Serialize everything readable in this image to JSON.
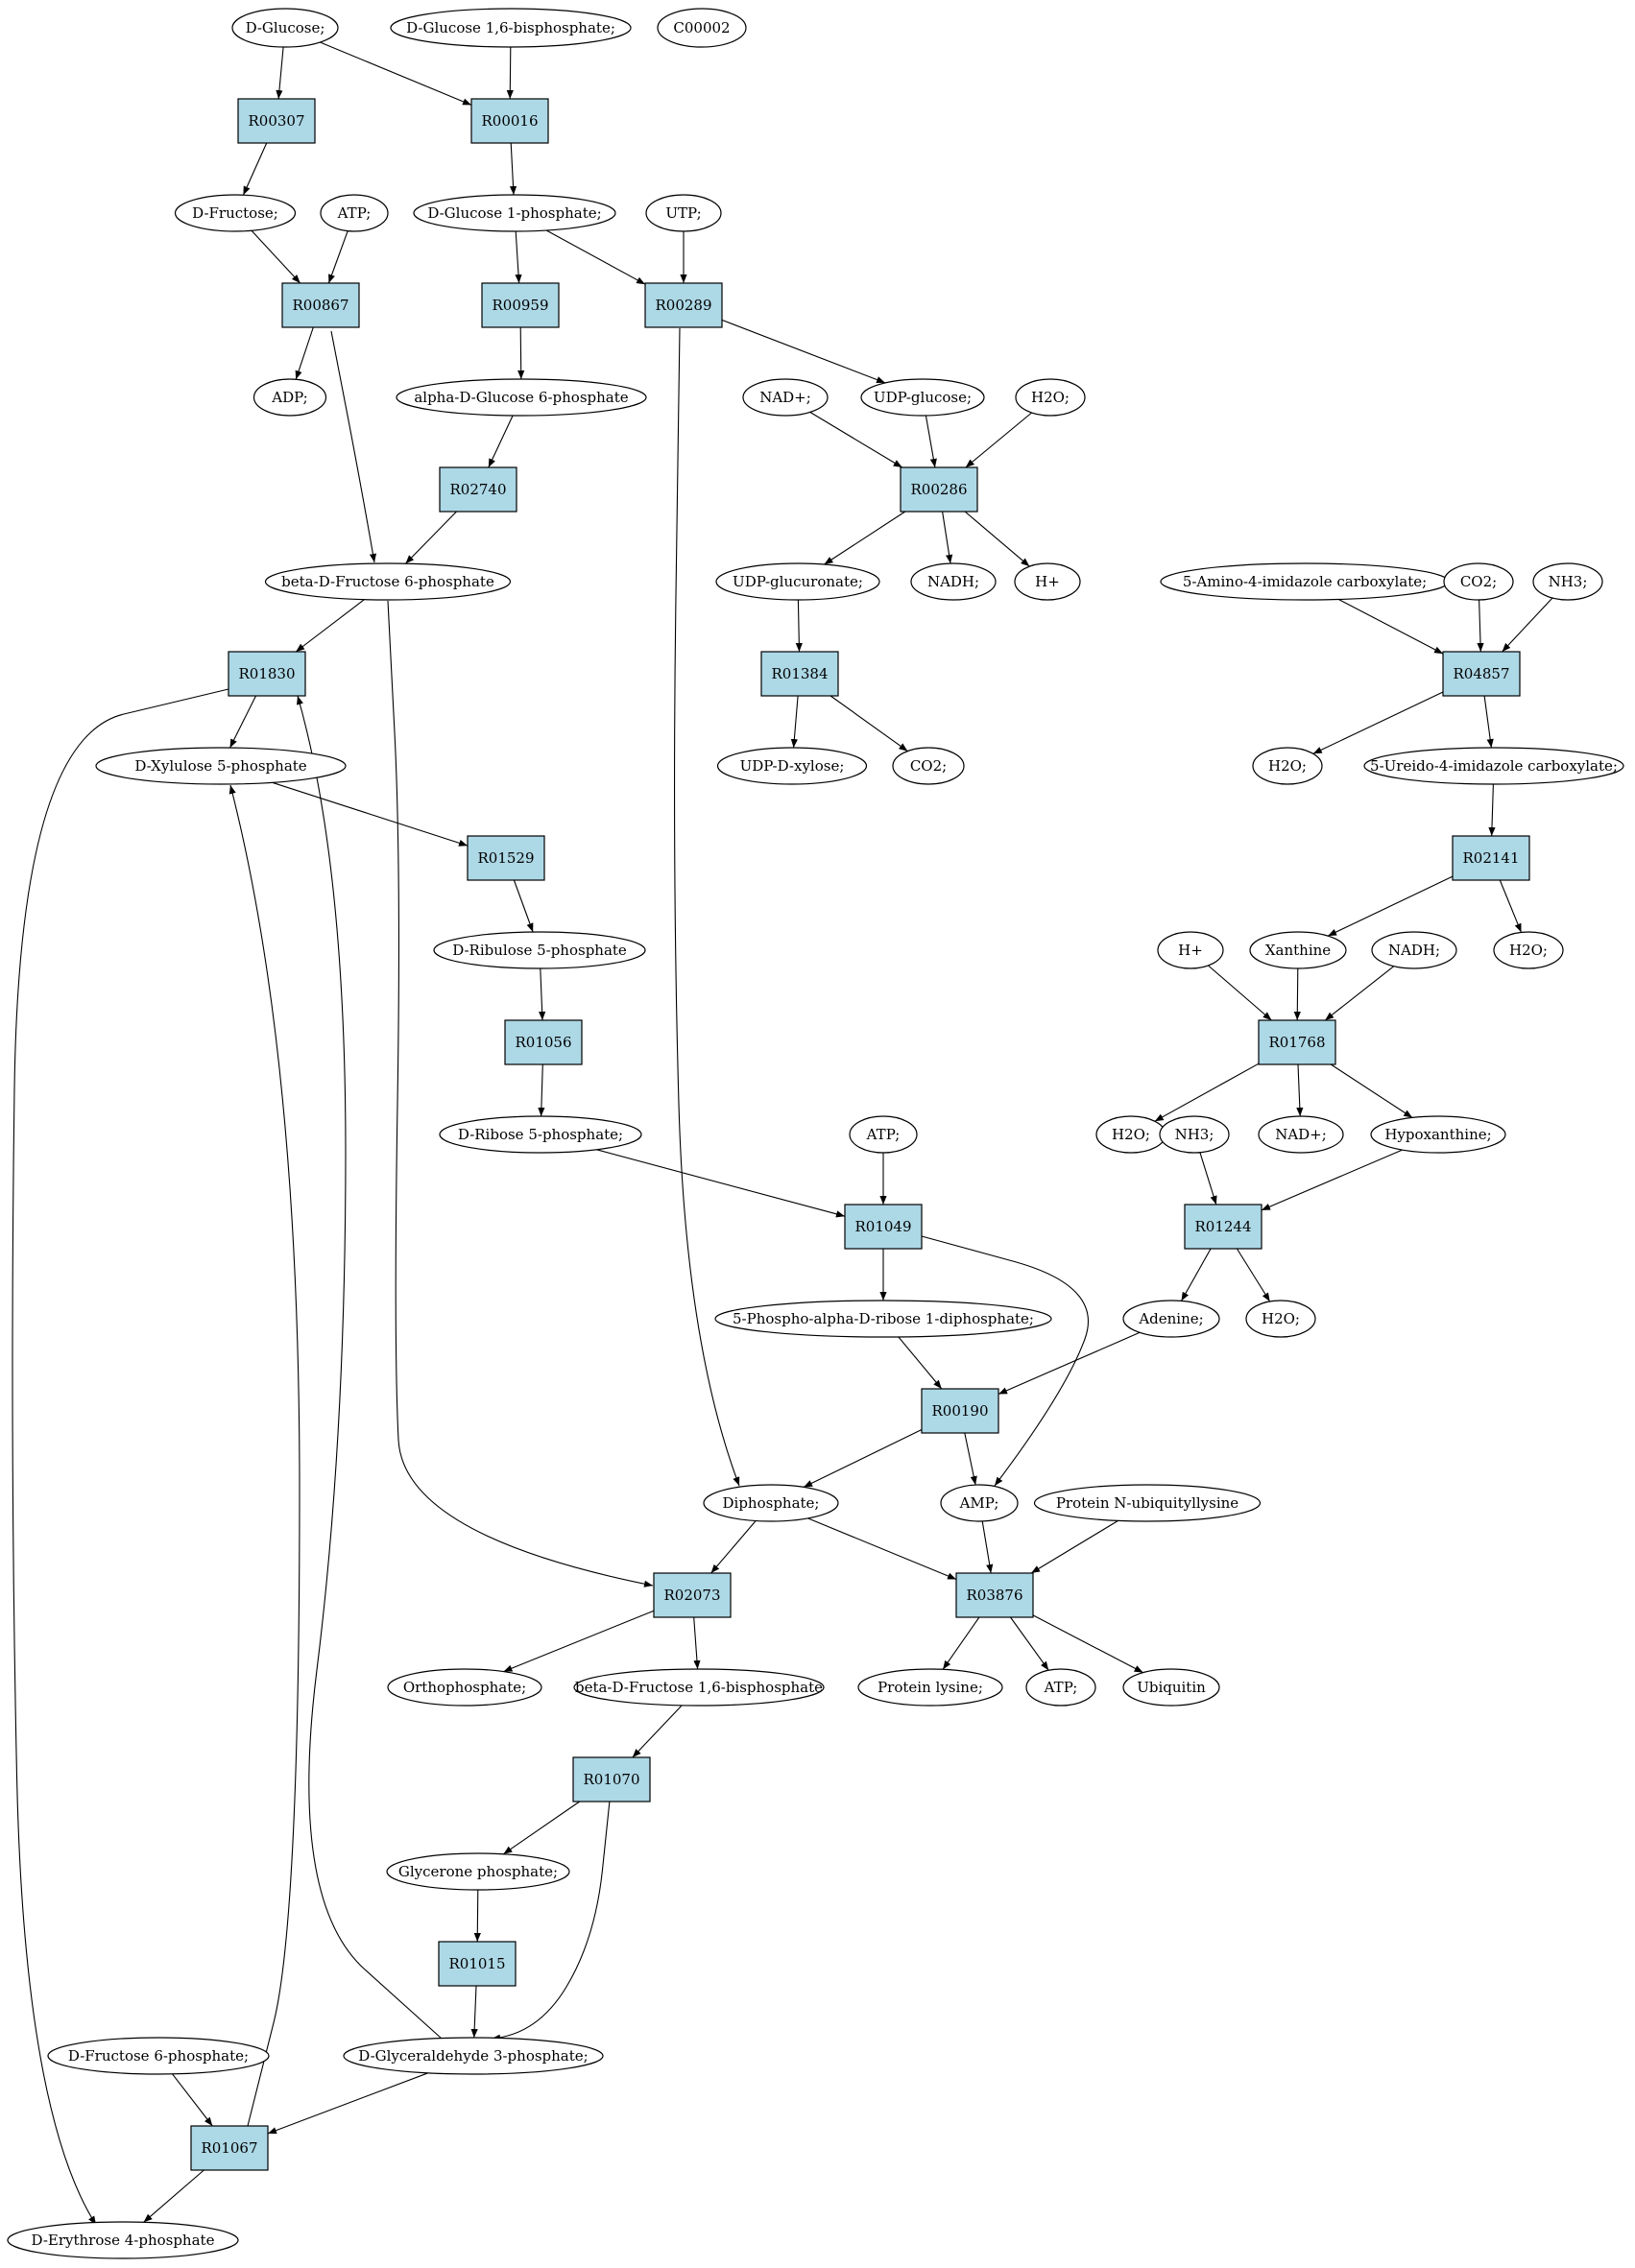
{
  "colors": {
    "reaction_fill": "#add8e6",
    "compound_fill": "#ffffff",
    "source_fill": "#00ee00",
    "highlight_fill": "#ffff00",
    "stroke": "#000000"
  },
  "nodes": [
    {
      "id": "glc",
      "kind": "compound",
      "label": "D-Glucose;",
      "fill": "#00ee00"
    },
    {
      "id": "g16bp",
      "kind": "compound",
      "label": "D-Glucose 1,6-bisphosphate;"
    },
    {
      "id": "c00002",
      "kind": "compound",
      "label": "C00002",
      "fill": "#ffff00"
    },
    {
      "id": "R00307",
      "kind": "reaction",
      "label": "R00307"
    },
    {
      "id": "R00016",
      "kind": "reaction",
      "label": "R00016"
    },
    {
      "id": "fru",
      "kind": "compound",
      "label": "D-Fructose;"
    },
    {
      "id": "atp1",
      "kind": "compound",
      "label": "ATP;"
    },
    {
      "id": "g1p",
      "kind": "compound",
      "label": "D-Glucose 1-phosphate;"
    },
    {
      "id": "utp",
      "kind": "compound",
      "label": "UTP;"
    },
    {
      "id": "R00867",
      "kind": "reaction",
      "label": "R00867"
    },
    {
      "id": "R00959",
      "kind": "reaction",
      "label": "R00959"
    },
    {
      "id": "R00289",
      "kind": "reaction",
      "label": "R00289"
    },
    {
      "id": "adp",
      "kind": "compound",
      "label": "ADP;"
    },
    {
      "id": "ag6p",
      "kind": "compound",
      "label": "alpha-D-Glucose 6-phosphate"
    },
    {
      "id": "nadp1",
      "kind": "compound",
      "label": "NAD+;"
    },
    {
      "id": "udpglc",
      "kind": "compound",
      "label": "UDP-glucose;"
    },
    {
      "id": "h2o1",
      "kind": "compound",
      "label": "H2O;"
    },
    {
      "id": "R02740",
      "kind": "reaction",
      "label": "R02740"
    },
    {
      "id": "R00286",
      "kind": "reaction",
      "label": "R00286"
    },
    {
      "id": "bf6p",
      "kind": "compound",
      "label": "beta-D-Fructose 6-phosphate"
    },
    {
      "id": "udpglcu",
      "kind": "compound",
      "label": "UDP-glucuronate;"
    },
    {
      "id": "nadh1",
      "kind": "compound",
      "label": "NADH;"
    },
    {
      "id": "hplus1",
      "kind": "compound",
      "label": "H+"
    },
    {
      "id": "aic",
      "kind": "compound",
      "label": "5-Amino-4-imidazole carboxylate;"
    },
    {
      "id": "co2a",
      "kind": "compound",
      "label": "CO2;"
    },
    {
      "id": "nh3a",
      "kind": "compound",
      "label": "NH3;"
    },
    {
      "id": "R01830",
      "kind": "reaction",
      "label": "R01830"
    },
    {
      "id": "R01384",
      "kind": "reaction",
      "label": "R01384"
    },
    {
      "id": "R04857",
      "kind": "reaction",
      "label": "R04857"
    },
    {
      "id": "x5p",
      "kind": "compound",
      "label": "D-Xylulose 5-phosphate"
    },
    {
      "id": "udpxyl",
      "kind": "compound",
      "label": "UDP-D-xylose;"
    },
    {
      "id": "co2b",
      "kind": "compound",
      "label": "CO2;"
    },
    {
      "id": "h2o2",
      "kind": "compound",
      "label": "H2O;"
    },
    {
      "id": "uic",
      "kind": "compound",
      "label": "5-Ureido-4-imidazole carboxylate;"
    },
    {
      "id": "R01529",
      "kind": "reaction",
      "label": "R01529"
    },
    {
      "id": "R02141",
      "kind": "reaction",
      "label": "R02141"
    },
    {
      "id": "ru5p",
      "kind": "compound",
      "label": "D-Ribulose 5-phosphate"
    },
    {
      "id": "hplus2",
      "kind": "compound",
      "label": "H+"
    },
    {
      "id": "xan",
      "kind": "compound",
      "label": "Xanthine"
    },
    {
      "id": "nadh2",
      "kind": "compound",
      "label": "NADH;"
    },
    {
      "id": "h2o3",
      "kind": "compound",
      "label": "H2O;"
    },
    {
      "id": "R01056",
      "kind": "reaction",
      "label": "R01056"
    },
    {
      "id": "R01768",
      "kind": "reaction",
      "label": "R01768"
    },
    {
      "id": "r5p",
      "kind": "compound",
      "label": "D-Ribose 5-phosphate;"
    },
    {
      "id": "atp2",
      "kind": "compound",
      "label": "ATP;"
    },
    {
      "id": "h2o4",
      "kind": "compound",
      "label": "H2O;"
    },
    {
      "id": "nh3b",
      "kind": "compound",
      "label": "NH3;"
    },
    {
      "id": "nadp2",
      "kind": "compound",
      "label": "NAD+;"
    },
    {
      "id": "hypox",
      "kind": "compound",
      "label": "Hypoxanthine;"
    },
    {
      "id": "R01049",
      "kind": "reaction",
      "label": "R01049"
    },
    {
      "id": "R01244",
      "kind": "reaction",
      "label": "R01244"
    },
    {
      "id": "prpp",
      "kind": "compound",
      "label": "5-Phospho-alpha-D-ribose 1-diphosphate;"
    },
    {
      "id": "ade",
      "kind": "compound",
      "label": "Adenine;"
    },
    {
      "id": "h2o5",
      "kind": "compound",
      "label": "H2O;"
    },
    {
      "id": "R00190",
      "kind": "reaction",
      "label": "R00190"
    },
    {
      "id": "ppi",
      "kind": "compound",
      "label": "Diphosphate;"
    },
    {
      "id": "amp",
      "kind": "compound",
      "label": "AMP;"
    },
    {
      "id": "pnub",
      "kind": "compound",
      "label": "Protein N-ubiquityllysine"
    },
    {
      "id": "R02073",
      "kind": "reaction",
      "label": "R02073"
    },
    {
      "id": "R03876",
      "kind": "reaction",
      "label": "R03876"
    },
    {
      "id": "pi",
      "kind": "compound",
      "label": "Orthophosphate;"
    },
    {
      "id": "fbp",
      "kind": "compound",
      "label": "beta-D-Fructose 1,6-bisphosphate"
    },
    {
      "id": "plys",
      "kind": "compound",
      "label": "Protein lysine;"
    },
    {
      "id": "atp3",
      "kind": "compound",
      "label": "ATP;"
    },
    {
      "id": "ubq",
      "kind": "compound",
      "label": "Ubiquitin"
    },
    {
      "id": "R01070",
      "kind": "reaction",
      "label": "R01070"
    },
    {
      "id": "dhap",
      "kind": "compound",
      "label": "Glycerone phosphate;"
    },
    {
      "id": "R01015",
      "kind": "reaction",
      "label": "R01015"
    },
    {
      "id": "f6p",
      "kind": "compound",
      "label": "D-Fructose 6-phosphate;"
    },
    {
      "id": "gap",
      "kind": "compound",
      "label": "D-Glyceraldehyde 3-phosphate;"
    },
    {
      "id": "R01067",
      "kind": "reaction",
      "label": "R01067"
    },
    {
      "id": "e4p",
      "kind": "compound",
      "label": "D-Erythrose 4-phosphate"
    }
  ],
  "edges": [
    [
      "glc",
      "R00307"
    ],
    [
      "glc",
      "R00016"
    ],
    [
      "g16bp",
      "R00016"
    ],
    [
      "R00307",
      "fru"
    ],
    [
      "R00016",
      "g1p"
    ],
    [
      "fru",
      "R00867"
    ],
    [
      "atp1",
      "R00867"
    ],
    [
      "g1p",
      "R00959"
    ],
    [
      "g1p",
      "R00289"
    ],
    [
      "utp",
      "R00289"
    ],
    [
      "R00867",
      "adp"
    ],
    [
      "R00867",
      "bf6p"
    ],
    [
      "R00959",
      "ag6p"
    ],
    [
      "ag6p",
      "R02740"
    ],
    [
      "R02740",
      "bf6p"
    ],
    [
      "R00289",
      "udpglc"
    ],
    [
      "R00289",
      "ppi"
    ],
    [
      "nadp1",
      "R00286"
    ],
    [
      "udpglc",
      "R00286"
    ],
    [
      "h2o1",
      "R00286"
    ],
    [
      "R00286",
      "udpglcu"
    ],
    [
      "R00286",
      "nadh1"
    ],
    [
      "R00286",
      "hplus1"
    ],
    [
      "udpglcu",
      "R01384"
    ],
    [
      "R01384",
      "udpxyl"
    ],
    [
      "R01384",
      "co2b"
    ],
    [
      "bf6p",
      "R01830"
    ],
    [
      "bf6p",
      "R02073"
    ],
    [
      "R01830",
      "x5p"
    ],
    [
      "R01830",
      "e4p"
    ],
    [
      "x5p",
      "R01529"
    ],
    [
      "R01529",
      "ru5p"
    ],
    [
      "ru5p",
      "R01056"
    ],
    [
      "R01056",
      "r5p"
    ],
    [
      "r5p",
      "R01049"
    ],
    [
      "atp2",
      "R01049"
    ],
    [
      "R01049",
      "prpp"
    ],
    [
      "R01049",
      "amp"
    ],
    [
      "aic",
      "R04857"
    ],
    [
      "co2a",
      "R04857"
    ],
    [
      "nh3a",
      "R04857"
    ],
    [
      "R04857",
      "h2o2"
    ],
    [
      "R04857",
      "uic"
    ],
    [
      "uic",
      "R02141"
    ],
    [
      "R02141",
      "xan"
    ],
    [
      "R02141",
      "h2o3"
    ],
    [
      "hplus2",
      "R01768"
    ],
    [
      "xan",
      "R01768"
    ],
    [
      "nadh2",
      "R01768"
    ],
    [
      "R01768",
      "h2o4"
    ],
    [
      "R01768",
      "nadp2"
    ],
    [
      "R01768",
      "hypox"
    ],
    [
      "nh3b",
      "R01244"
    ],
    [
      "hypox",
      "R01244"
    ],
    [
      "R01244",
      "ade"
    ],
    [
      "R01244",
      "h2o5"
    ],
    [
      "prpp",
      "R00190"
    ],
    [
      "ade",
      "R00190"
    ],
    [
      "R00190",
      "ppi"
    ],
    [
      "R00190",
      "amp"
    ],
    [
      "ppi",
      "R02073"
    ],
    [
      "ppi",
      "R03876"
    ],
    [
      "amp",
      "R03876"
    ],
    [
      "pnub",
      "R03876"
    ],
    [
      "R02073",
      "pi"
    ],
    [
      "R02073",
      "fbp"
    ],
    [
      "R03876",
      "plys"
    ],
    [
      "R03876",
      "atp3"
    ],
    [
      "R03876",
      "ubq"
    ],
    [
      "fbp",
      "R01070"
    ],
    [
      "R01070",
      "dhap"
    ],
    [
      "R01070",
      "gap"
    ],
    [
      "dhap",
      "R01015"
    ],
    [
      "R01015",
      "gap"
    ],
    [
      "gap",
      "R01830"
    ],
    [
      "gap",
      "R01067"
    ],
    [
      "f6p",
      "R01067"
    ],
    [
      "R01067",
      "x5p"
    ],
    [
      "R01067",
      "e4p"
    ]
  ]
}
